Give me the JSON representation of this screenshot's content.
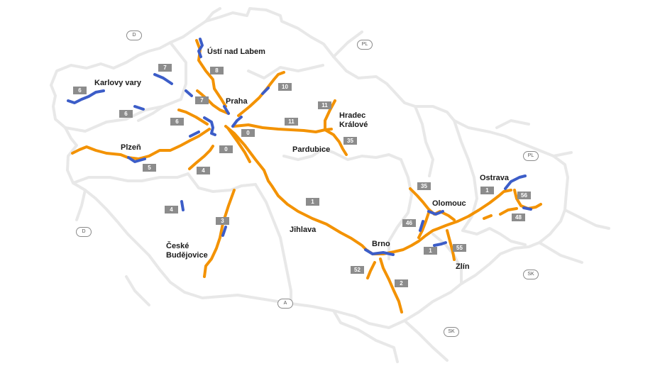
{
  "colors": {
    "motorway": "#f39200",
    "construction": "#3c5dc8",
    "shield": "#8c8c8c",
    "border": "#e8e8e8"
  },
  "cities": {
    "usti": "Ústí nad Labem",
    "karlovy_vary": "Karlovy vary",
    "praha": "Praha",
    "hradec_1": "Hradec",
    "hradec_2": "Králové",
    "pardubice": "Pardubice",
    "plzen": "Plzeň",
    "ceske_1": "České",
    "ceske_2": "Budějovice",
    "jihlava": "Jihlava",
    "brno": "Brno",
    "olomouc": "Olomouc",
    "ostrava": "Ostrava",
    "zlin": "Zlín"
  },
  "countries": {
    "de_north": "D",
    "de_west": "D",
    "pl_north": "PL",
    "pl_east": "PL",
    "at": "A",
    "sk_east": "SK",
    "sk_south": "SK"
  },
  "shields": {
    "d8": "8",
    "d7_west": "7",
    "d7_east": "7",
    "d6_west": "6",
    "d6_mid": "6",
    "d6_east": "6",
    "d10": "10",
    "d11_north": "11",
    "d11": "11",
    "d0_north": "0",
    "d0_south": "0",
    "d35_pardubice": "35",
    "d5": "5",
    "d4_north": "4",
    "d4_south": "4",
    "d3": "3",
    "d1_central": "1",
    "d35_olomouc": "35",
    "d46": "46",
    "d1_east": "1",
    "d55": "55",
    "d52": "52",
    "d2": "2",
    "d1_ostrava": "1",
    "d56": "56",
    "d48": "48"
  }
}
